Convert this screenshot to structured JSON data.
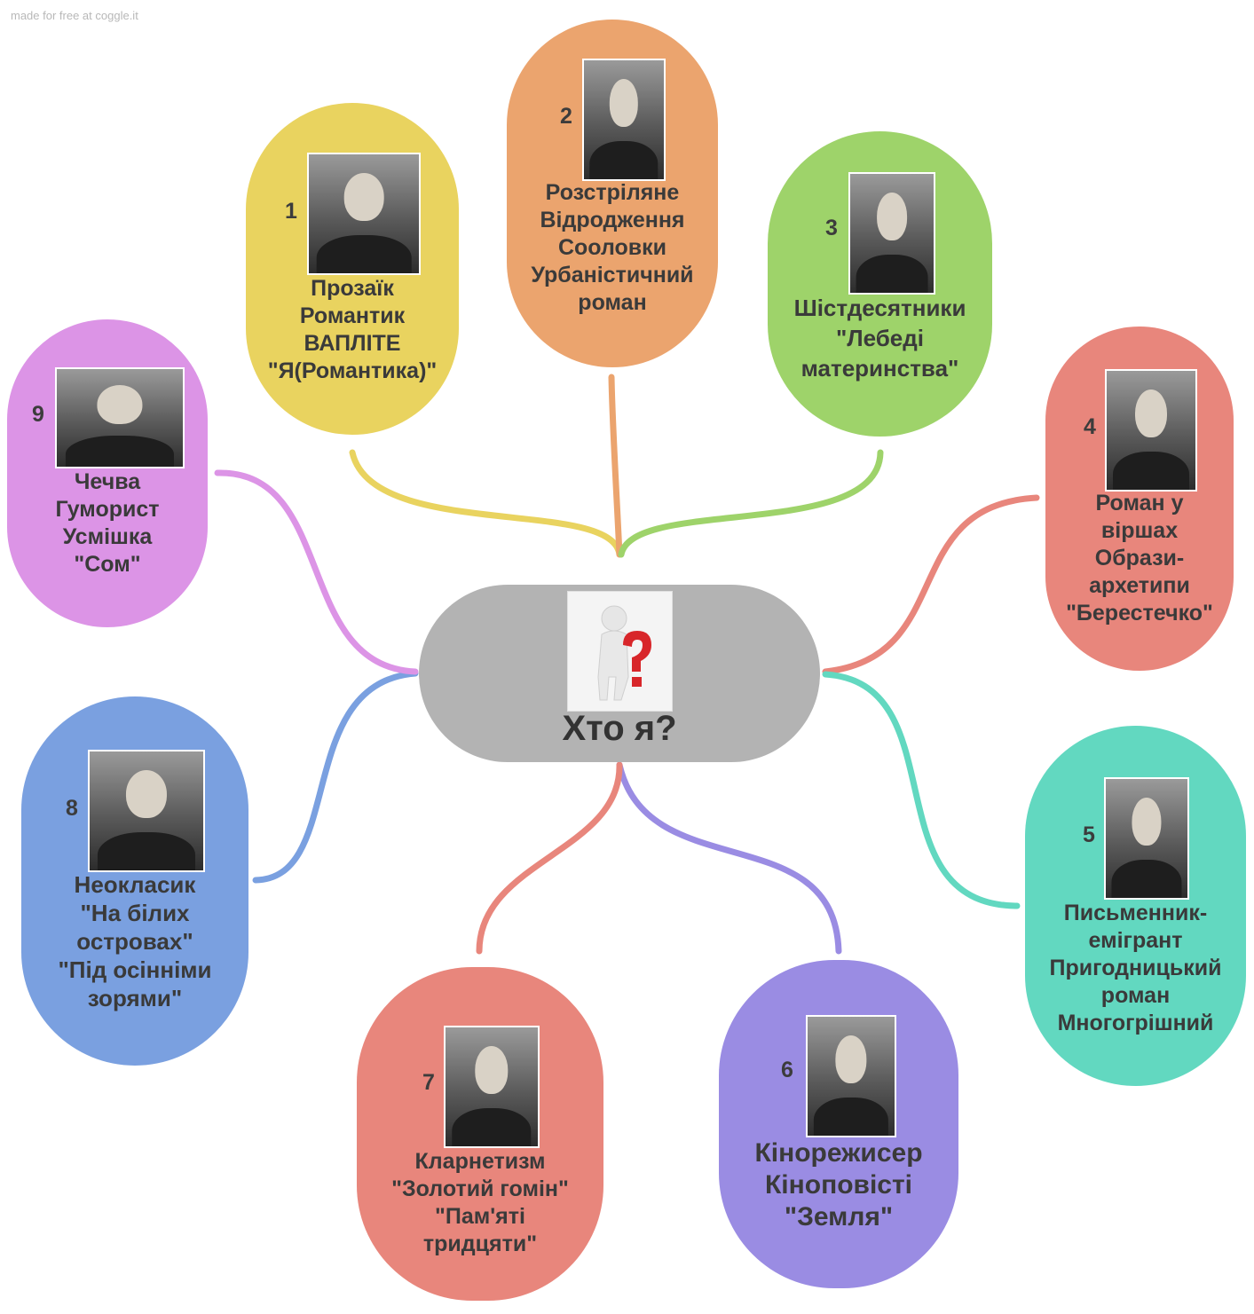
{
  "watermark": "made for free at coggle.it",
  "center": {
    "title": "Хто я?",
    "icon": "thinking-person-question-icon"
  },
  "nodes": [
    {
      "num": "1",
      "color": "#e9d35f",
      "lines": [
        "Прозаїк",
        "Романтик",
        "ВАПЛІТЕ",
        "\"Я(Романтика)\""
      ]
    },
    {
      "num": "2",
      "color": "#eba46e",
      "lines": [
        "Розстріляне",
        "Відродження",
        "Сооловки",
        "Урбаністичний",
        "роман"
      ]
    },
    {
      "num": "3",
      "color": "#9ed36a",
      "lines": [
        "Шістдесятники",
        "\"Лебеді",
        "материнства\""
      ]
    },
    {
      "num": "4",
      "color": "#e8867c",
      "lines": [
        "Роман у",
        "віршах",
        "Образи-",
        "архетипи",
        "\"Берестечко\""
      ]
    },
    {
      "num": "5",
      "color": "#62d8c0",
      "lines": [
        "Письменник-",
        "емігрант",
        "Пригодницький",
        "роман",
        "Многогрішний"
      ]
    },
    {
      "num": "6",
      "color": "#9a8ce3",
      "lines": [
        "Кінорежисер",
        "Кіноповісті",
        "\"Земля\""
      ]
    },
    {
      "num": "7",
      "color": "#e8867c",
      "lines": [
        "Кларнетизм",
        "\"Золотий гомін\"",
        "\"Пам'яті",
        "тридцяти\""
      ]
    },
    {
      "num": "8",
      "color": "#7aa0e0",
      "lines": [
        "Неокласик",
        "\"На білих",
        "островах\"",
        "\"Під осінніми",
        "зорями\""
      ]
    },
    {
      "num": "9",
      "color": "#dc94e6",
      "lines": [
        "Чечва",
        "Гуморист",
        "Усмішка",
        "\"Сом\""
      ]
    }
  ]
}
